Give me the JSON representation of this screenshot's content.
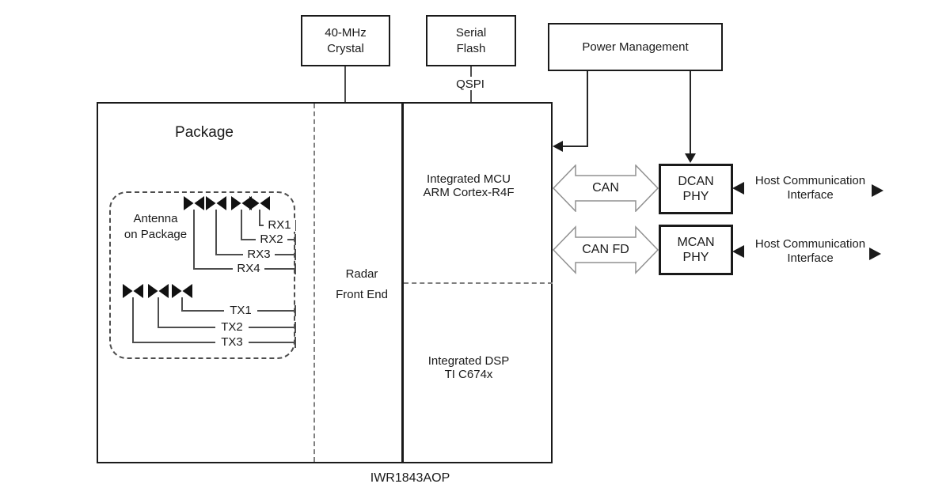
{
  "title": "IWR1843AOP",
  "external": {
    "crystal_label": "40-MHz\nCrystal",
    "serial_flash_label": "Serial\nFlash",
    "qspi_label": "QSPI",
    "power_management_label": "Power Management"
  },
  "package": {
    "label": "Package",
    "antenna": {
      "label": "Antenna\non Package",
      "rx_ports": [
        "RX1",
        "RX2",
        "RX3",
        "RX4"
      ],
      "tx_ports": [
        "TX1",
        "TX2",
        "TX3"
      ]
    },
    "radar_front_end_label": "Radar\nFront End",
    "mcu_label": "Integrated MCU\nARM Cortex-R4F",
    "dsp_label": "Integrated DSP\nTI C674x"
  },
  "buses": {
    "can_label": "CAN",
    "can_fd_label": "CAN FD"
  },
  "phys": {
    "dcan_label": "DCAN\nPHY",
    "mcan_label": "MCAN\nPHY"
  },
  "host_interface_label": "Host Communication\nInterface",
  "colors": {
    "line_black": "#1a1a1a",
    "line_gray": "#4d4d4d",
    "dash_gray": "#808080",
    "bus_arrow_outline": "#909090",
    "background": "#ffffff"
  }
}
